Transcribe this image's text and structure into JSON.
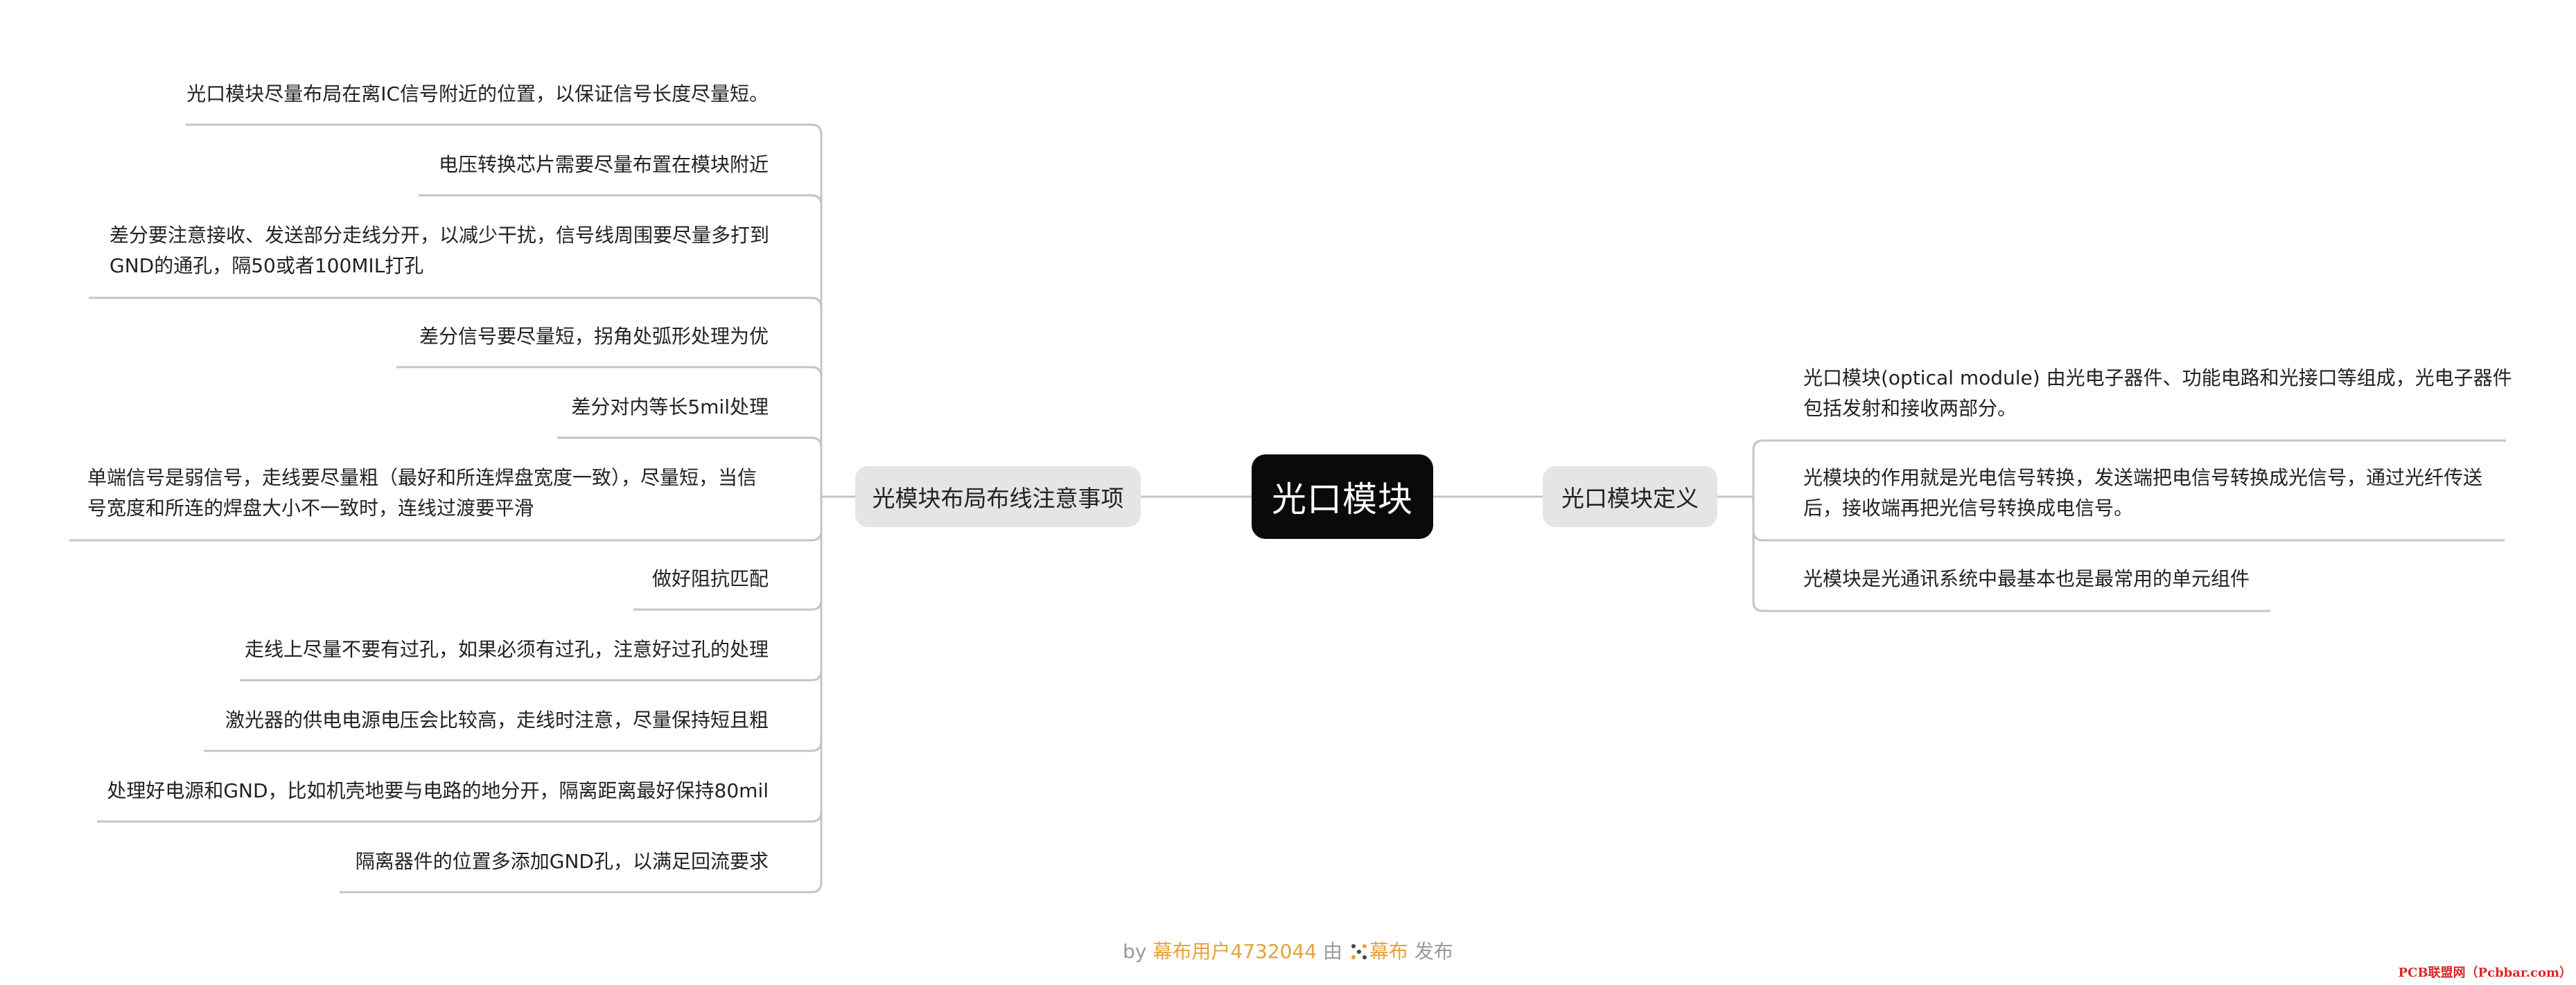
{
  "mindmap": {
    "root": "光口模块",
    "left_branch": {
      "title": "光模块布局布线注意事项",
      "items": [
        {
          "lines": [
            "光口模块尽量布局在离IC信号附近的位置，以保证信号长度尽量短。"
          ]
        },
        {
          "lines": [
            "电压转换芯片需要尽量布置在模块附近"
          ]
        },
        {
          "lines": [
            "差分要注意接收、发送部分走线分开，以减少干扰，信号线周围要尽量多打到",
            "GND的通孔，隔50或者100MIL打孔"
          ]
        },
        {
          "lines": [
            "差分信号要尽量短，拐角处弧形处理为优"
          ]
        },
        {
          "lines": [
            "差分对内等长5mil处理"
          ]
        },
        {
          "lines": [
            "单端信号是弱信号，走线要尽量粗（最好和所连焊盘宽度一致），尽量短，当信",
            "号宽度和所连的焊盘大小不一致时，连线过渡要平滑"
          ]
        },
        {
          "lines": [
            "做好阻抗匹配"
          ]
        },
        {
          "lines": [
            "走线上尽量不要有过孔，如果必须有过孔，注意好过孔的处理"
          ]
        },
        {
          "lines": [
            "激光器的供电电源电压会比较高，走线时注意，尽量保持短且粗"
          ]
        },
        {
          "lines": [
            "处理好电源和GND，比如机壳地要与电路的地分开，隔离距离最好保持80mil"
          ]
        },
        {
          "lines": [
            "隔离器件的位置多添加GND孔，以满足回流要求"
          ]
        }
      ]
    },
    "right_branch": {
      "title": "光口模块定义",
      "items": [
        {
          "lines": [
            "光口模块(optical module) 由光电子器件、功能电路和光接口等组成，光电子器件",
            "包括发射和接收两部分。"
          ]
        },
        {
          "lines": [
            "光模块的作用就是光电信号转换，发送端把电信号转换成光信号，通过光纤传送",
            "后，接收端再把光信号转换成电信号。"
          ]
        },
        {
          "lines": [
            "光模块是光通讯系统中最基本也是最常用的单元组件"
          ]
        }
      ]
    }
  },
  "footer": {
    "by": "by",
    "user": "幕布用户4732044",
    "via": "由",
    "brand": "幕布",
    "published": "发布"
  },
  "watermark": "PCB联盟网（Pcbbar.com）",
  "colors": {
    "root_bg": "#0a0a0a",
    "branch_bg": "#e5e5e5",
    "connector": "#c4c4c4",
    "footer_highlight": "#e6a23c",
    "watermark": "#d9262b"
  }
}
